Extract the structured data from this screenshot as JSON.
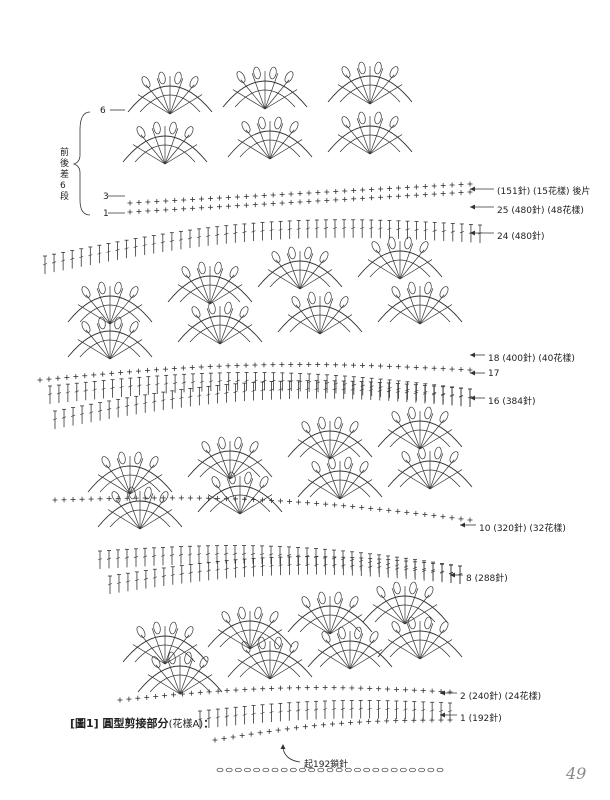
{
  "diagram": {
    "caption_bracket": "[圖1]",
    "caption_title": " 圓型剪接部分",
    "caption_sub": "(花樣A)",
    "caption_colon": "：",
    "page_number": "49",
    "side_note": "前後差6段",
    "start_label": "起192鎖針",
    "left_rows": [
      {
        "num": "6"
      },
      {
        "num": "3"
      },
      {
        "num": "1"
      }
    ],
    "right_labels": [
      {
        "row": "(151針) (15花樣) 後片"
      },
      {
        "row": "25 (480針) (48花樣)"
      },
      {
        "row": "24 (480針)"
      },
      {
        "row": "18 (400針) (40花樣)"
      },
      {
        "row": "17"
      },
      {
        "row": "16 (384針)"
      },
      {
        "row": "10 (320針) (32花樣)"
      },
      {
        "row": "8 (288針)"
      },
      {
        "row": "2 (240針) (24花樣)"
      },
      {
        "row": "1 (192針)"
      }
    ]
  }
}
